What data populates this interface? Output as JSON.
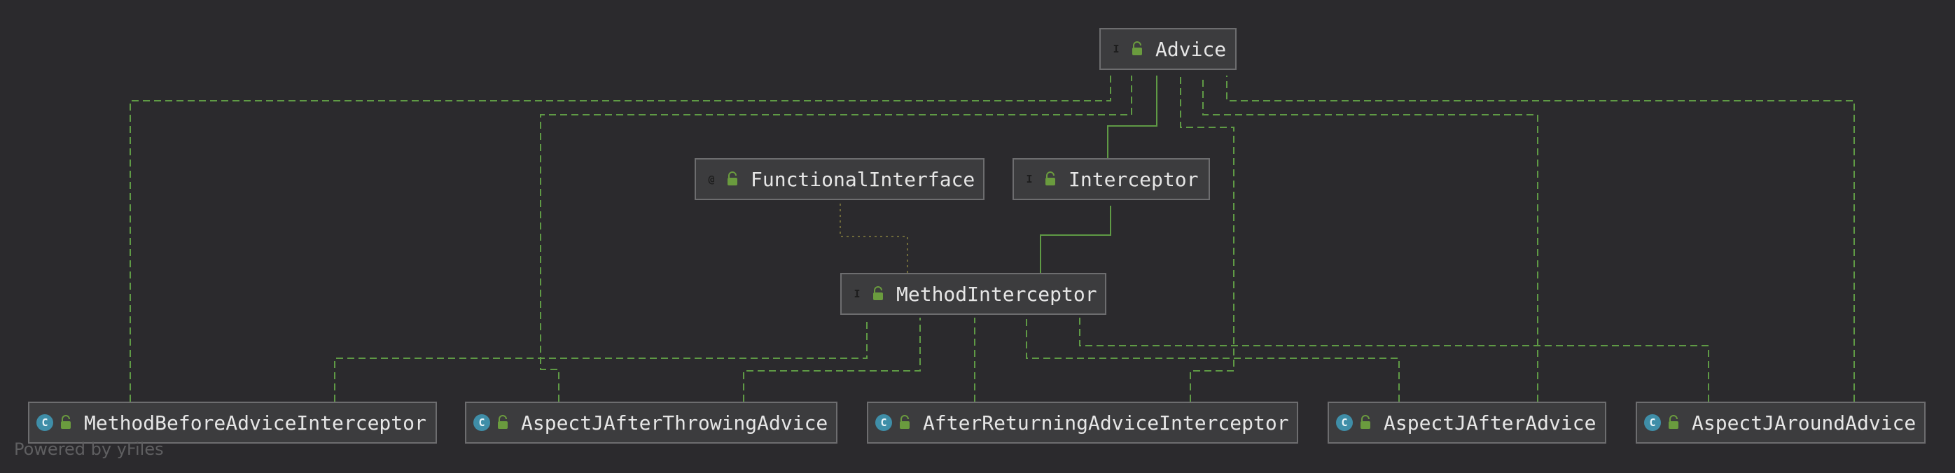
{
  "nodes": {
    "advice": {
      "name": "Advice",
      "kind": "interface",
      "badge": "I"
    },
    "functional_interface": {
      "name": "FunctionalInterface",
      "kind": "annotation",
      "badge": "@"
    },
    "interceptor": {
      "name": "Interceptor",
      "kind": "interface",
      "badge": "I"
    },
    "method_interceptor": {
      "name": "MethodInterceptor",
      "kind": "interface",
      "badge": "I"
    },
    "method_before_advice_interceptor": {
      "name": "MethodBeforeAdviceInterceptor",
      "kind": "class",
      "badge": "C"
    },
    "aspectj_after_throwing_advice": {
      "name": "AspectJAfterThrowingAdvice",
      "kind": "class",
      "badge": "C"
    },
    "after_returning_advice_interceptor": {
      "name": "AfterReturningAdviceInterceptor",
      "kind": "class",
      "badge": "C"
    },
    "aspectj_after_advice": {
      "name": "AspectJAfterAdvice",
      "kind": "class",
      "badge": "C"
    },
    "aspectj_around_advice": {
      "name": "AspectJAroundAdvice",
      "kind": "class",
      "badge": "C"
    }
  },
  "edges": [
    {
      "from": "interceptor",
      "to": "advice",
      "type": "extends"
    },
    {
      "from": "method_interceptor",
      "to": "interceptor",
      "type": "extends"
    },
    {
      "from": "method_interceptor",
      "to": "functional_interface",
      "type": "annotated"
    },
    {
      "from": "method_before_advice_interceptor",
      "to": "advice",
      "type": "implements"
    },
    {
      "from": "method_before_advice_interceptor",
      "to": "method_interceptor",
      "type": "implements"
    },
    {
      "from": "aspectj_after_throwing_advice",
      "to": "advice",
      "type": "implements"
    },
    {
      "from": "aspectj_after_throwing_advice",
      "to": "method_interceptor",
      "type": "implements"
    },
    {
      "from": "after_returning_advice_interceptor",
      "to": "advice",
      "type": "implements"
    },
    {
      "from": "after_returning_advice_interceptor",
      "to": "method_interceptor",
      "type": "implements"
    },
    {
      "from": "aspectj_after_advice",
      "to": "advice",
      "type": "implements"
    },
    {
      "from": "aspectj_after_advice",
      "to": "method_interceptor",
      "type": "implements"
    },
    {
      "from": "aspectj_around_advice",
      "to": "advice",
      "type": "implements"
    },
    {
      "from": "aspectj_around_advice",
      "to": "method_interceptor",
      "type": "implements"
    }
  ],
  "colors": {
    "edge": "#5f9a45",
    "annotation_edge": "#6f6a3a",
    "node_bg": "#3c3c3e",
    "node_border": "#6d6d6f",
    "background": "#2b2a2d"
  },
  "icons": {
    "visibility": "lock-icon"
  },
  "footer": "Powered by yFiles"
}
